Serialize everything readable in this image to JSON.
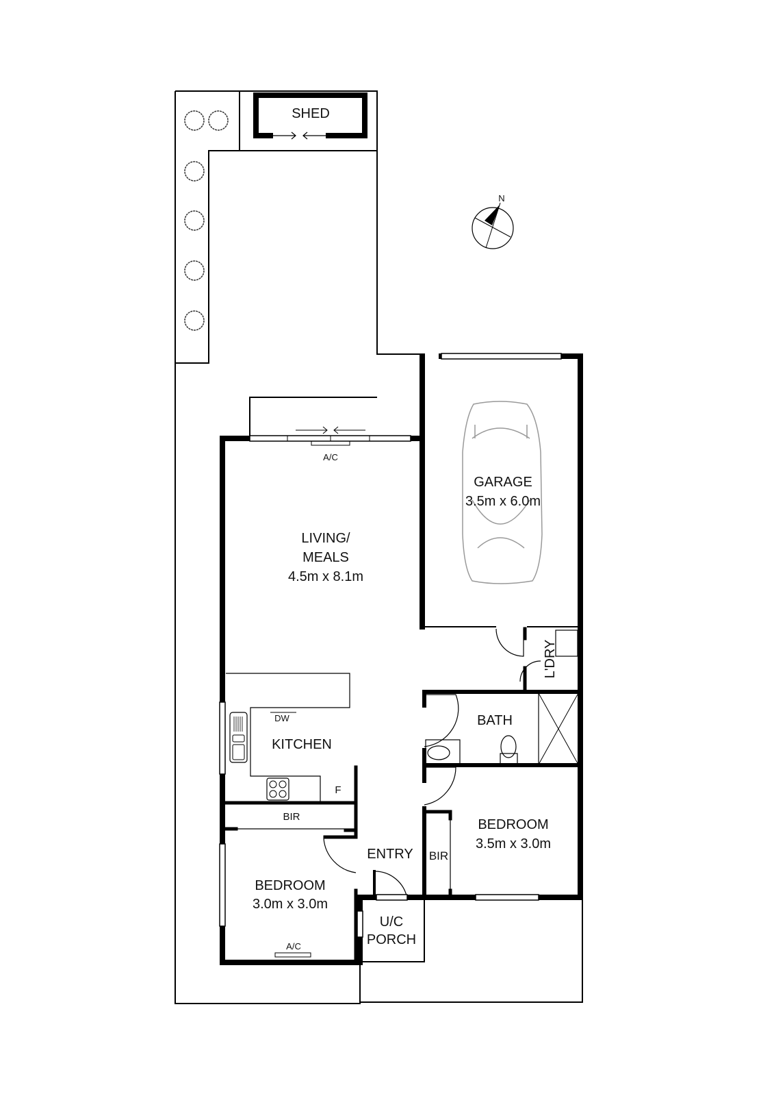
{
  "plan": {
    "rooms": {
      "shed": "SHED",
      "garage": {
        "name": "GARAGE",
        "size": "3.5m x 6.0m"
      },
      "living": {
        "name_line1": "LIVING/",
        "name_line2": "MEALS",
        "size": "4.5m x 8.1m"
      },
      "kitchen": "KITCHEN",
      "laundry": "L'DRY",
      "bath": "BATH",
      "bedroom_east": {
        "name": "BEDROOM",
        "size": "3.5m x 3.0m"
      },
      "bedroom_west": {
        "name": "BEDROOM",
        "size": "3.0m x 3.0m"
      },
      "entry": "ENTRY",
      "porch_line1": "U/C",
      "porch_line2": "PORCH"
    },
    "fixtures": {
      "ac_living": "A/C",
      "ac_bedroom": "A/C",
      "dishwasher": "DW",
      "fridge": "F",
      "bir_kitchen": "BIR",
      "bir_bedroom": "BIR"
    },
    "compass_label": "N"
  }
}
